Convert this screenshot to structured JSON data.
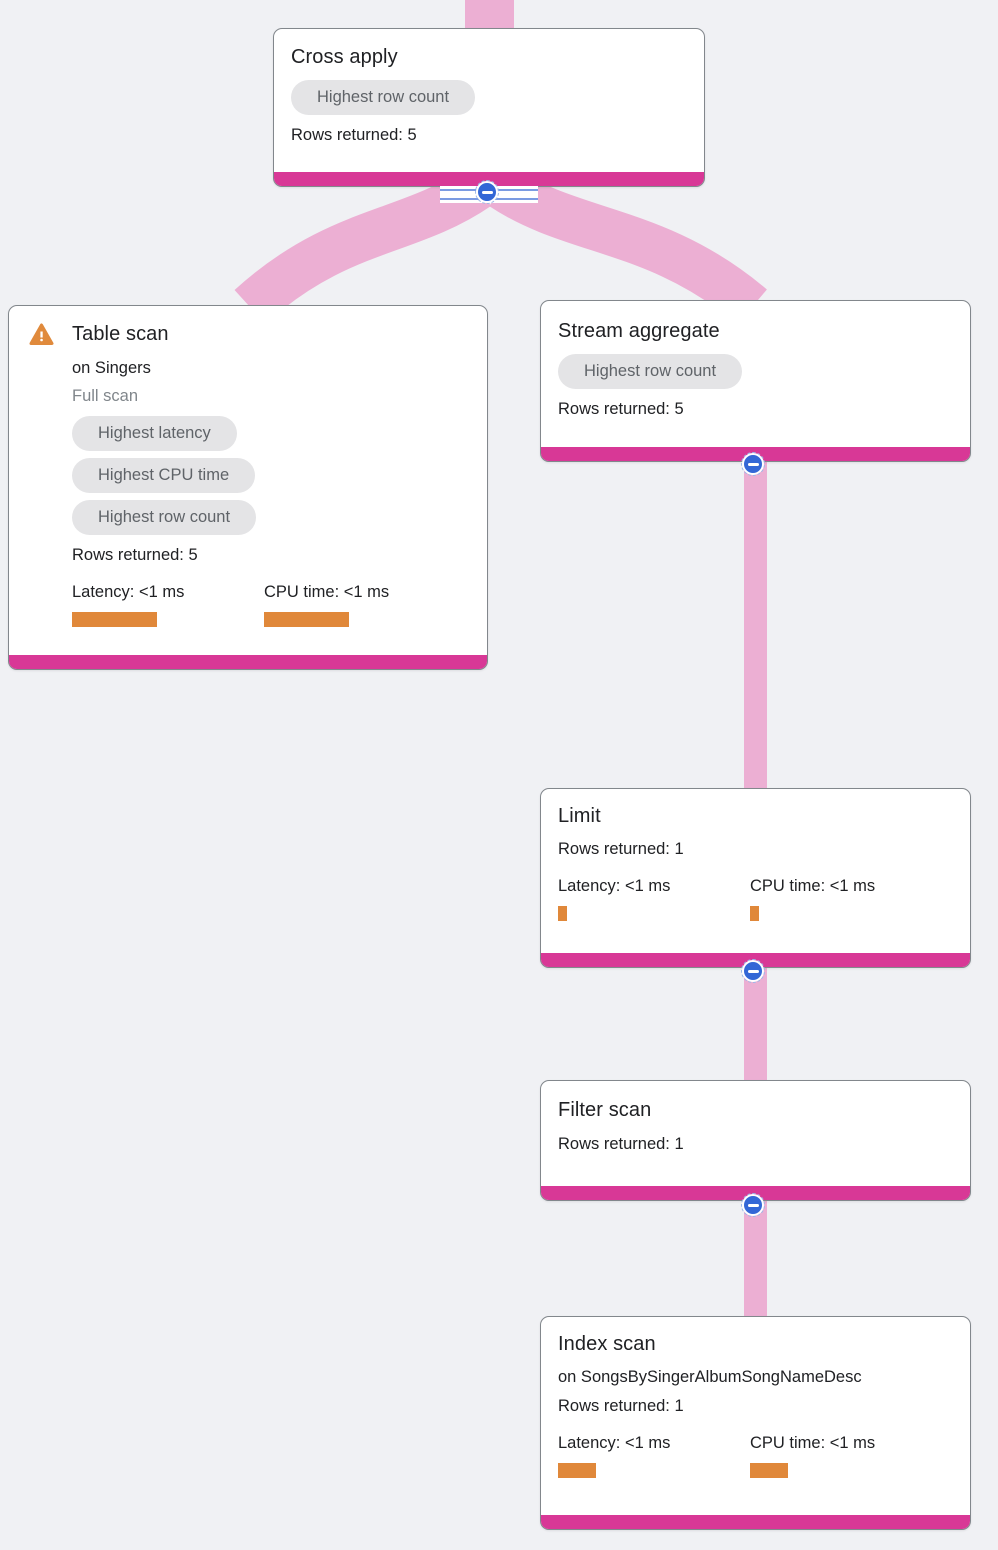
{
  "colors": {
    "background": "#f0f1f4",
    "edge_pink": "#ecafd3",
    "node_accent_magenta": "#d83896",
    "badge_bg": "#e4e4e6",
    "badge_text": "#5f6368",
    "metric_bar_orange": "#e0883a",
    "collapse_button_blue": "#3367d6",
    "warning_orange": "#e08a3c"
  },
  "nodes": [
    {
      "title": "Cross apply",
      "badges": [
        "Highest row count"
      ],
      "rows_returned": "Rows returned: 5"
    },
    {
      "title": "Table scan",
      "subtitle": "on Singers",
      "note": "Full scan",
      "warning": "warning",
      "badges": [
        "Highest latency",
        "Highest CPU time",
        "Highest row count"
      ],
      "rows_returned": "Rows returned: 5",
      "metrics": {
        "latency_label": "Latency: <1 ms",
        "cpu_label": "CPU time: <1 ms",
        "latency_bar": "85px",
        "cpu_bar": "85px"
      }
    },
    {
      "title": "Stream aggregate",
      "badges": [
        "Highest row count"
      ],
      "rows_returned": "Rows returned: 5"
    },
    {
      "title": "Limit",
      "rows_returned": "Rows returned: 1",
      "metrics": {
        "latency_label": "Latency: <1 ms",
        "cpu_label": "CPU time: <1 ms",
        "latency_bar": "9px",
        "cpu_bar": "9px"
      }
    },
    {
      "title": "Filter scan",
      "rows_returned": "Rows returned: 1"
    },
    {
      "title": "Index scan",
      "subtitle": "on SongsBySingerAlbumSongNameDesc",
      "rows_returned": "Rows returned: 1",
      "metrics": {
        "latency_label": "Latency: <1 ms",
        "cpu_label": "CPU time: <1 ms",
        "latency_bar": "38px",
        "cpu_bar": "38px"
      }
    }
  ]
}
